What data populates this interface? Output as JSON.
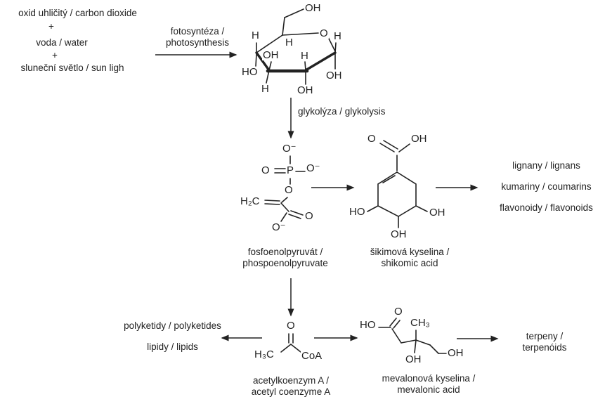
{
  "colors": {
    "ink": "#222222",
    "background": "#ffffff"
  },
  "reactants": {
    "line1": "oxid uhličitý / carbon dioxide",
    "plus1": "+",
    "line2": "voda / water",
    "plus2": "+",
    "line3": "sluneční světlo / sun ligh"
  },
  "steps": {
    "photosynthesis": {
      "cz": "fotosyntéza /",
      "en": "photosynthesis"
    },
    "glycolysis": {
      "label": "glykolýza / glykolysis"
    }
  },
  "compounds": {
    "glucose": {
      "atoms": {
        "oh_c6": "OH",
        "h_c4_up": "H",
        "h_c5": "H",
        "ring_o": "O",
        "h_c1_up": "H",
        "oh_c3_up": "OH",
        "h_c2_up": "H",
        "ho_c4": "HO",
        "oh_c1": "OH",
        "h_c3_down": "H",
        "oh_c2": "OH"
      }
    },
    "pep": {
      "name_cz": "fosfoenolpyruvát /",
      "name_en": "phospoenolpyruvate",
      "atoms": {
        "o_top": "O⁻",
        "o_left": "O",
        "p": "P",
        "o_right": "O⁻",
        "o_ester": "O",
        "h2c": "H₂C",
        "o_carbonyl": "O",
        "o_minus": "O⁻"
      }
    },
    "shikimic": {
      "name_cz": "šikimová kyselina /",
      "name_en": "shikomic acid",
      "atoms": {
        "o_carbonyl": "O",
        "oh_acid": "OH",
        "ho_left": "HO",
        "oh_right": "OH",
        "oh_bottom": "OH"
      }
    },
    "acetylcoa": {
      "name_cz": "acetylkoenzym A /",
      "name_en": "acetyl coenzyme A",
      "atoms": {
        "o": "O",
        "h3c": "H₃C",
        "coa": "CoA"
      }
    },
    "mevalonic": {
      "name_cz": "mevalonová kyselina /",
      "name_en": "mevalonic acid",
      "atoms": {
        "ho": "HO",
        "o": "O",
        "ch3": "CH₃",
        "oh_mid": "OH",
        "oh_end": "OH"
      }
    }
  },
  "products": {
    "shikimate_branch": [
      "lignany / lignans",
      "kumariny / coumarins",
      "flavonoidy / flavonoids"
    ],
    "acetate_branch": [
      "polyketidy / polyketides",
      "lipidy / lipids"
    ],
    "mevalonate_branch": {
      "line1": "terpeny /",
      "line2": "terpenóids"
    }
  }
}
